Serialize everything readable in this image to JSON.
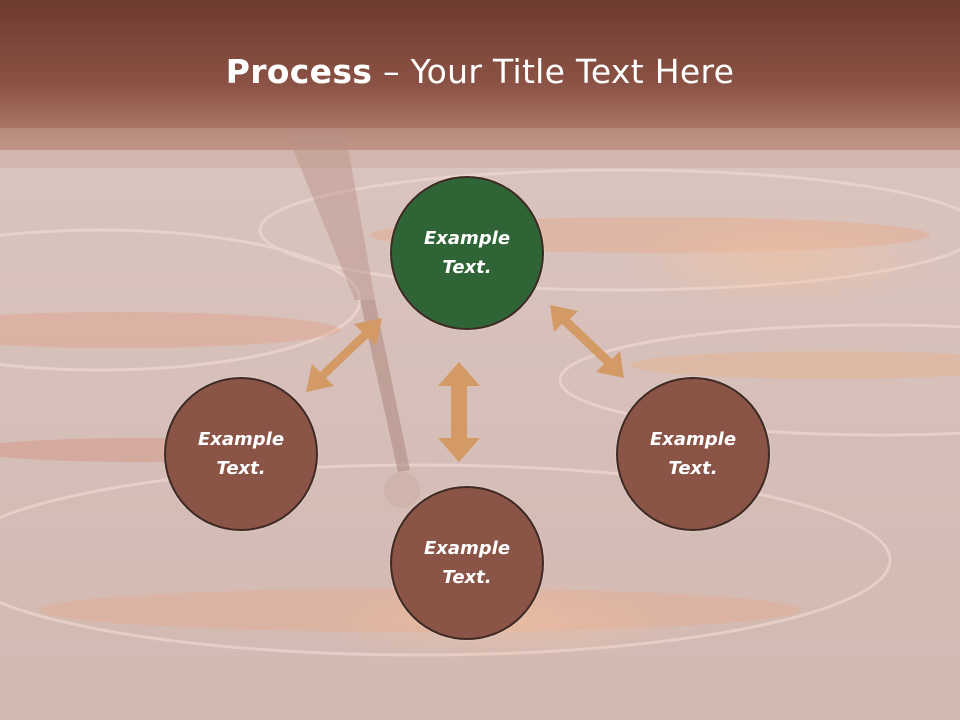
{
  "title": {
    "bold": "Process",
    "rest": " – Your Title Text Here"
  },
  "colors": {
    "header": "#7a4438",
    "circle_top": "#2f6436",
    "circle_other": "#8a5547",
    "arrow": "#d39a66",
    "circle_border": "#3f2a24"
  },
  "nodes": {
    "top": "Example Text.",
    "left": "Example Text.",
    "center": "Example Text.",
    "right": "Example Text."
  }
}
